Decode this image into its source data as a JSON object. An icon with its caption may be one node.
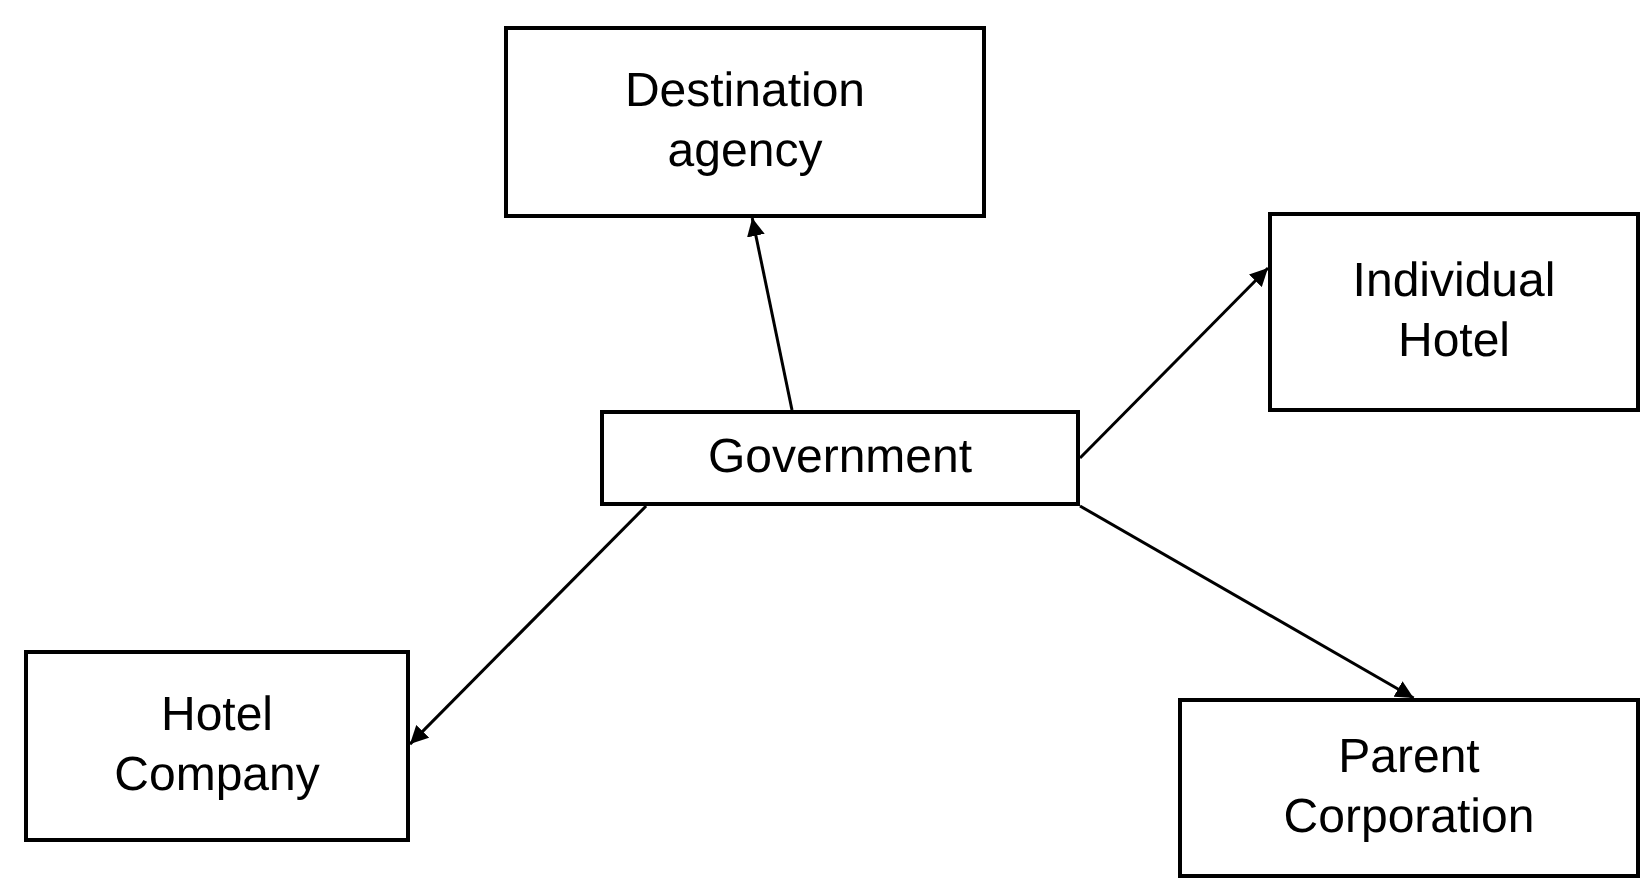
{
  "diagram": {
    "nodes": [
      {
        "text": [
          "Destination agency"
        ]
      },
      {
        "text": [
          "Government"
        ]
      },
      {
        "text": [
          "Individual Hotel"
        ]
      },
      {
        "text": [
          "Hotel Company"
        ]
      },
      {
        "text": [
          "Parent Corporation"
        ]
      }
    ],
    "edges": [
      {
        "from": 1,
        "to": 0,
        "arrow": "to"
      },
      {
        "from": 1,
        "to": 2,
        "arrow": "to"
      },
      {
        "from": 1,
        "to": 3,
        "arrow": "to"
      },
      {
        "from": 1,
        "to": 4,
        "arrow": "to"
      }
    ]
  }
}
